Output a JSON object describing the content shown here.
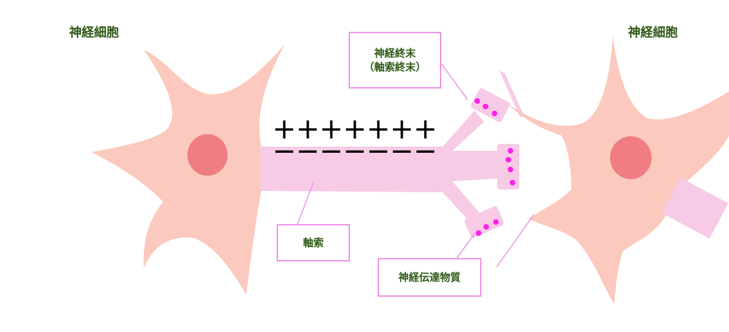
{
  "labels": {
    "left_cell": "神経細胞",
    "right_cell": "神経細胞",
    "axon_terminal_line1": "神経終末",
    "axon_terminal_line2": "（軸索終末）",
    "axon": "軸索",
    "neurotransmitter": "神経伝達物質"
  },
  "charges": {
    "positive": "＋＋＋＋＋＋＋",
    "negative": "－－－－－－－"
  },
  "colors": {
    "cell_body": "#fbc9bd",
    "nucleus": "#ef7d82",
    "axon": "#f7cbe6",
    "vesicle": "#ff1fe9",
    "callout_border": "#ee93e6",
    "label_text": "#2f5a16"
  }
}
